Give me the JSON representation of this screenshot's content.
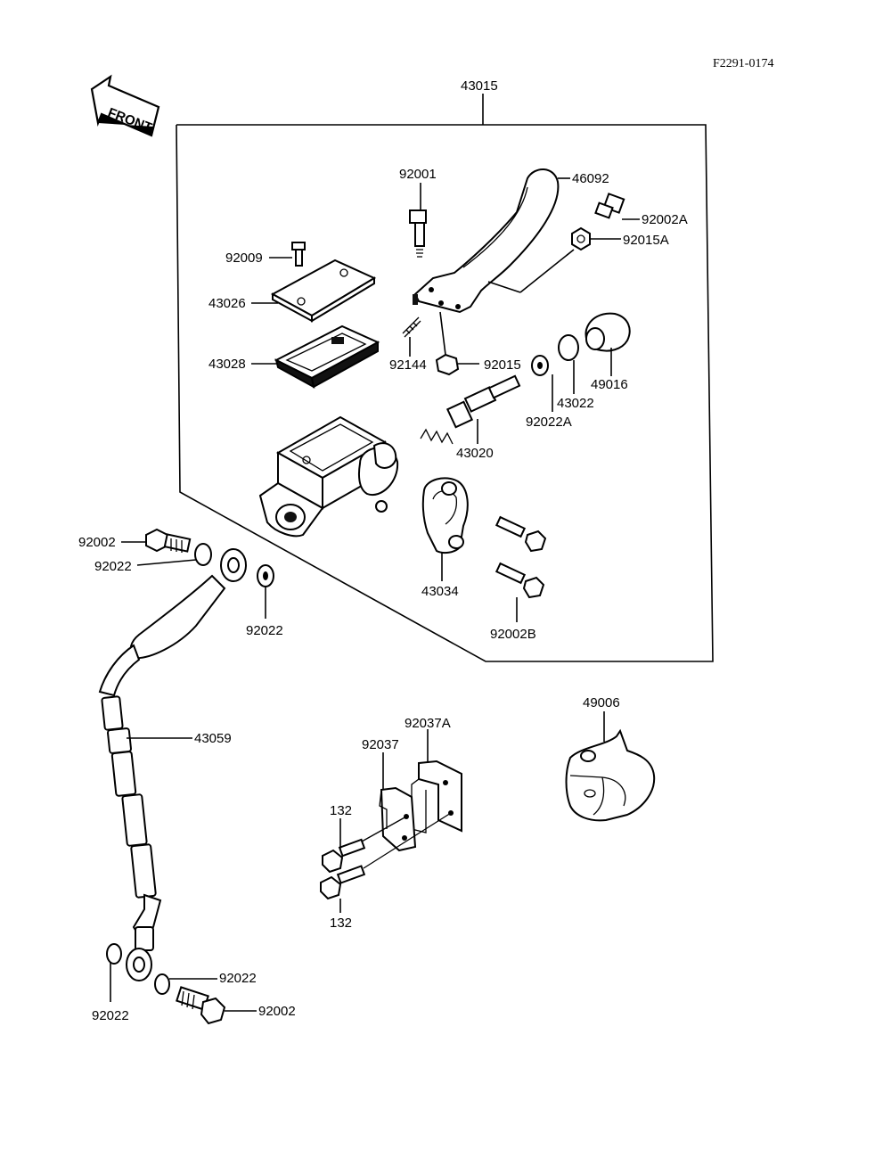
{
  "drawing_code": "F2291-0174",
  "front_label": "FRONT",
  "assembly_label": "43015",
  "parts": {
    "p46092": "46092",
    "p92001": "92001",
    "p92002A": "92002A",
    "p92015A": "92015A",
    "p92009": "92009",
    "p43026": "43026",
    "p43028": "43028",
    "p92144": "92144",
    "p92015": "92015",
    "p49016": "49016",
    "p43022": "43022",
    "p92022A": "92022A",
    "p43020": "43020",
    "p43034": "43034",
    "p92002B": "92002B",
    "p92002_top": "92002",
    "p92022_top1": "92022",
    "p92022_top2": "92022",
    "p43059": "43059",
    "p49006": "49006",
    "p92037A": "92037A",
    "p92037": "92037",
    "p132_top": "132",
    "p132_bottom": "132",
    "p92022_bot1": "92022",
    "p92022_bot2": "92022",
    "p92002_bot": "92002"
  }
}
